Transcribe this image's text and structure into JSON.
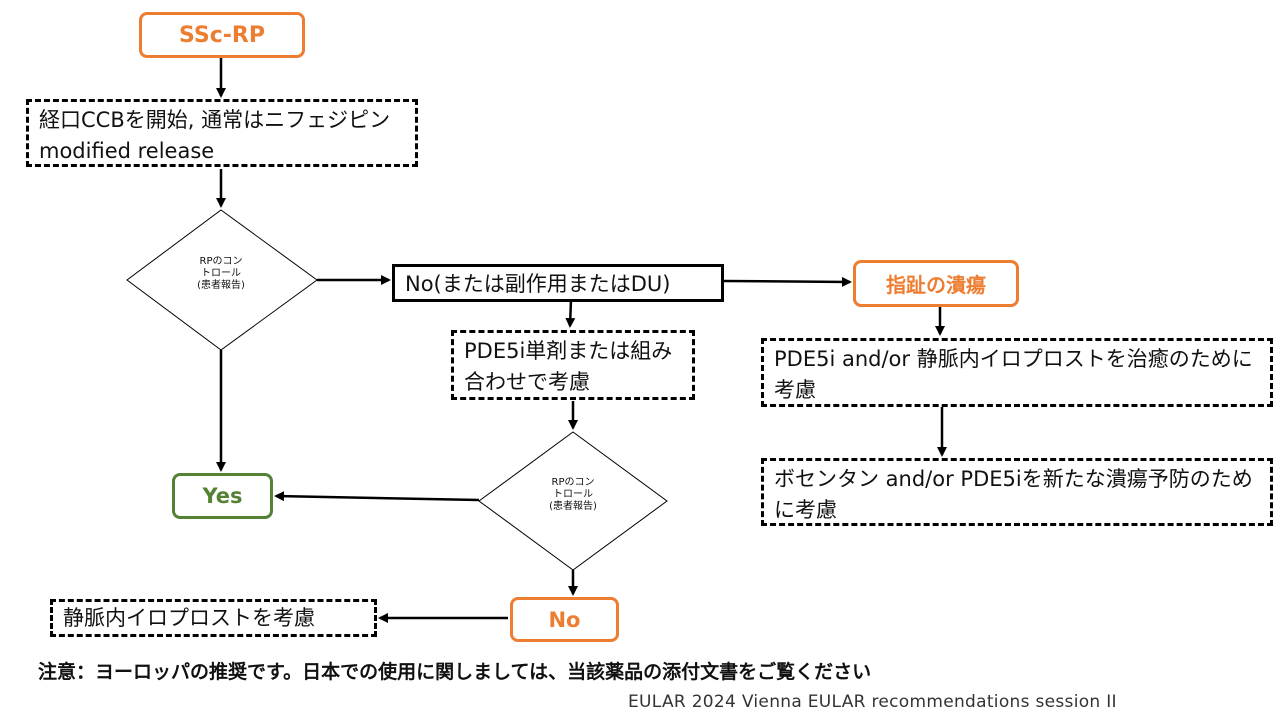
{
  "nodes": {
    "ssc_rp": "SSc-RP",
    "ccb": "経口CCBを開始, 通常はニフェジピンmodified release",
    "decision1": {
      "line1": "RPのコン",
      "line2": "トロール",
      "line3": "(患者報告)"
    },
    "no_branch": "No(または副作用またはDU)",
    "pde5i": "PDE5i単剤または組み合わせで考慮",
    "digital_ulcer": "指趾の潰瘍",
    "ulcer_treat": "PDE5i and/or 静脈内イロプロストを治癒のために考慮",
    "ulcer_prevent": "ボセンタン and/or PDE5iを新たな潰瘍予防のために考慮",
    "decision2": {
      "line1": "RPのコン",
      "line2": "トロール",
      "line3": "(患者報告)"
    },
    "yes": "Yes",
    "no": "No",
    "iloprost": "静脈内イロプロストを考慮"
  },
  "footer": {
    "note": "注意：ヨーロッパの推奨です。日本での使用に関しましては、当該薬品の添付文書をご覧ください",
    "credit": "EULAR 2024 Vienna EULAR recommendations session II"
  },
  "colors": {
    "accent": "#ED7D31",
    "positive": "#548235",
    "line": "#000000"
  }
}
